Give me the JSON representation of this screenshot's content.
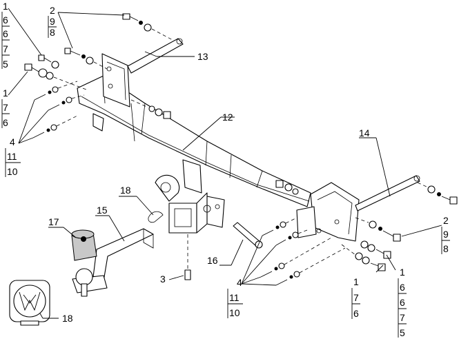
{
  "callouts": {
    "c13": "13",
    "c12": "12",
    "c14": "14",
    "c15": "15",
    "c16": "16",
    "c17": "17",
    "c18a": "18",
    "c18b": "18",
    "c3": "3",
    "grpTL": [
      "2",
      "9",
      "8"
    ],
    "grpL1": [
      "1",
      "6",
      "6",
      "7",
      "5"
    ],
    "grpL2": [
      "1",
      "7",
      "6"
    ],
    "grpL3": [
      "4",
      "11",
      "10"
    ],
    "grpR1": [
      "2",
      "9",
      "8"
    ],
    "grpR2": [
      "1",
      "6",
      "6",
      "7",
      "5"
    ],
    "grpR3": [
      "1",
      "7",
      "6"
    ],
    "grpR4": [
      "4",
      "11",
      "10"
    ]
  },
  "badge": {
    "logo": "vw-logo"
  }
}
